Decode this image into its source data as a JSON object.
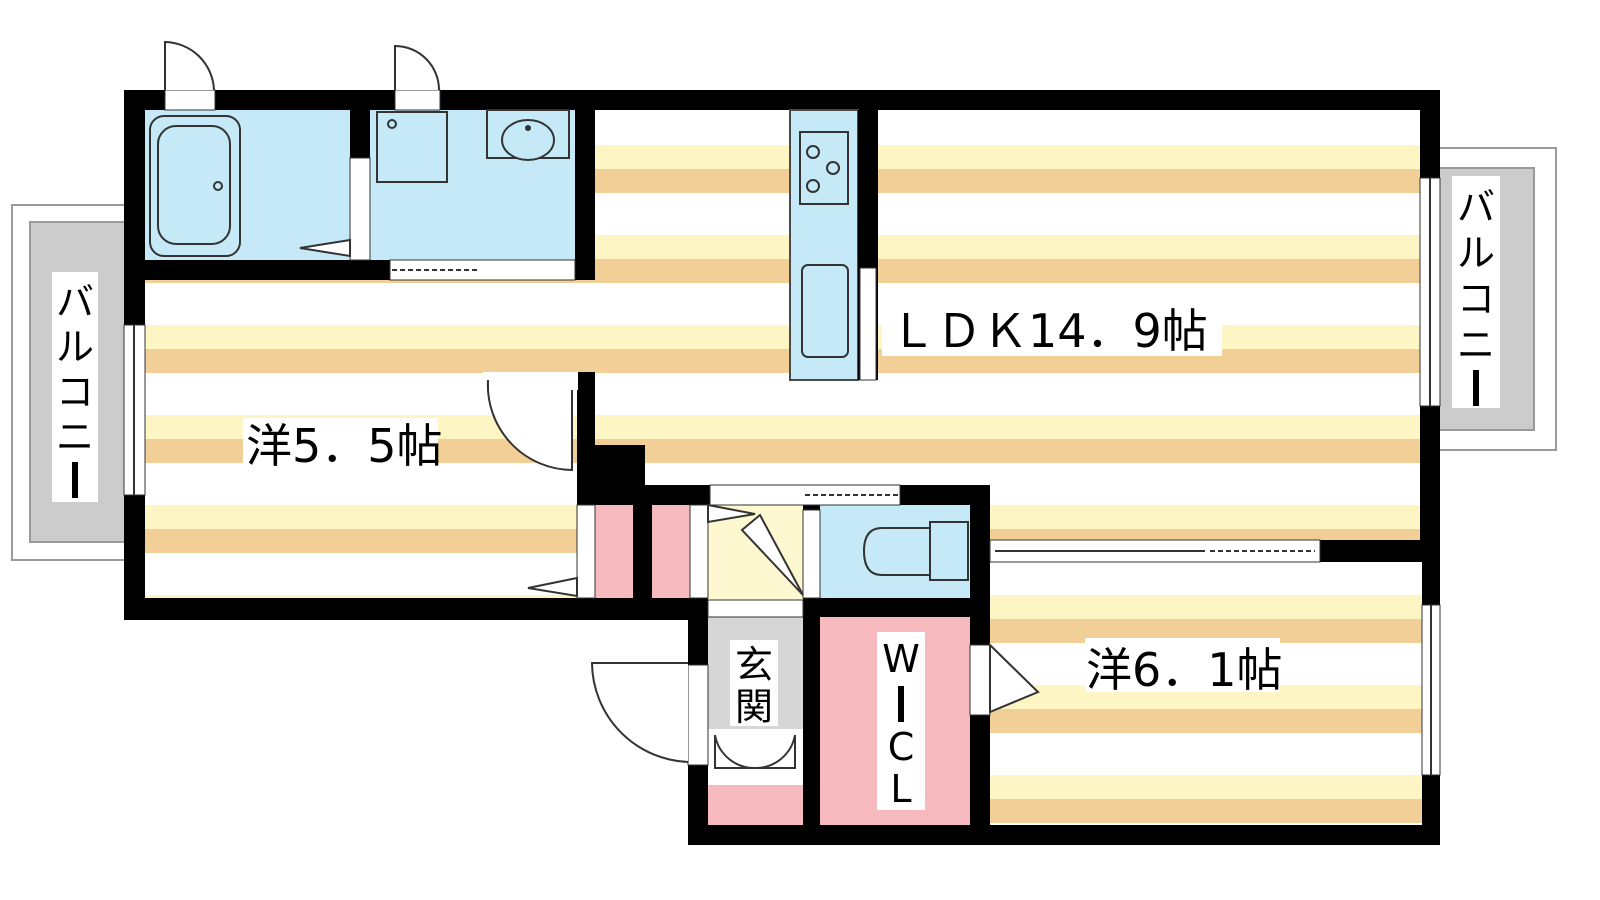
{
  "rooms": {
    "ldk": "ＬＤＫ14．9帖",
    "western_a": "洋5．5帖",
    "western_b": "洋6．1帖",
    "entrance": [
      "玄",
      "関"
    ],
    "wic": [
      "W",
      "I",
      "C",
      "L"
    ],
    "balcony_left": [
      "バ",
      "ル",
      "コ",
      "ニ",
      "ー"
    ],
    "balcony_right": [
      "バ",
      "ル",
      "コ",
      "ニ",
      "ー"
    ]
  },
  "colors": {
    "wall": "#000000",
    "stripe_a": "#f2cf96",
    "stripe_b": "#fdf5c4",
    "wet_area": "#c5e9f7",
    "storage": "#f6b9bd",
    "entrance_floor": "#d6d6d6",
    "hall_floor": "#fdf8d0",
    "balcony": "#cccccc"
  }
}
